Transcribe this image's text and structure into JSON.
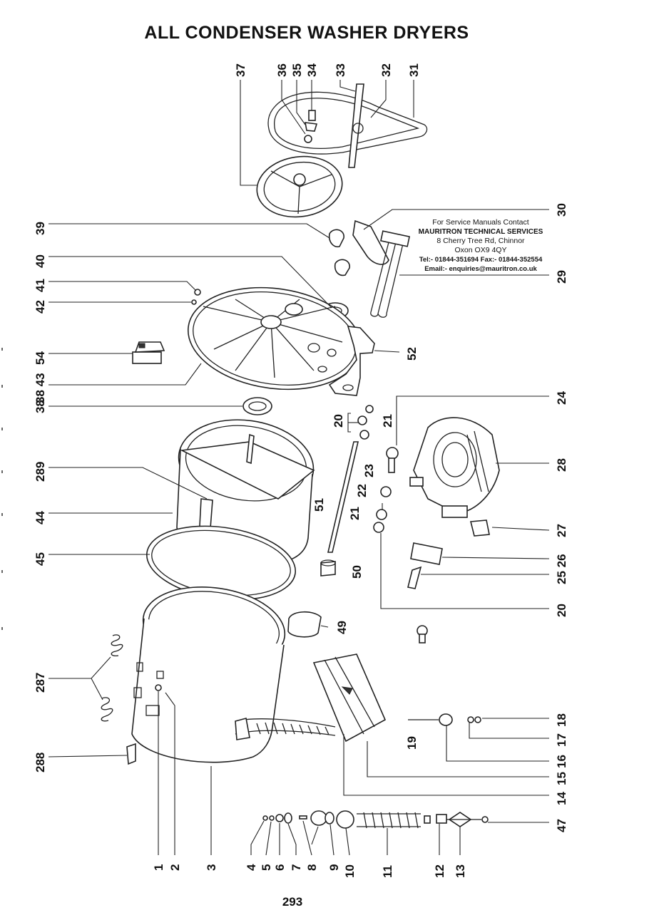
{
  "title": "ALL CONDENSER WASHER DRYERS",
  "page_number": "293",
  "contact": {
    "line1": "For Service Manuals Contact",
    "line2": "MAURITRON TECHNICAL SERVICES",
    "line3": "8 Cherry Tree Rd, Chinnor",
    "line4": "Oxon OX9 4QY",
    "line5": "Tel:- 01844-351694 Fax:- 01844-352554",
    "line6": "Email:- enquiries@mauritron.co.uk"
  },
  "callouts": {
    "top": [
      "37",
      "36",
      "35",
      "34",
      "33",
      "32",
      "31"
    ],
    "left": [
      "39",
      "40",
      "41",
      "42",
      "54",
      "38 43",
      "38",
      "289",
      "44",
      "45",
      "287",
      "288"
    ],
    "right": [
      "30",
      "29",
      "52",
      "24",
      "20",
      "21",
      "28",
      "23",
      "22",
      "51",
      "21",
      "27",
      "25 26",
      "50",
      "20",
      "49",
      "18",
      "17",
      "16",
      "19",
      "15",
      "14",
      "47"
    ],
    "bottom": [
      "1",
      "2",
      "3",
      "4",
      "5",
      "6",
      "7",
      "8",
      "9",
      "10",
      "11",
      "12",
      "13"
    ]
  }
}
